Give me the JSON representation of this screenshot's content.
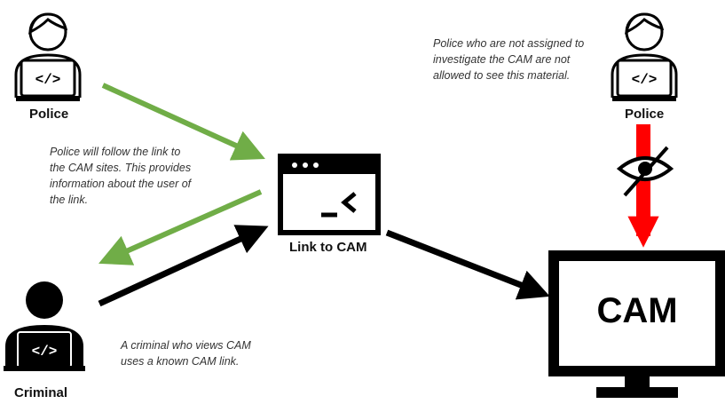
{
  "actors": {
    "police_left": {
      "label": "Police"
    },
    "police_right": {
      "label": "Police"
    },
    "criminal": {
      "label": "Criminal"
    }
  },
  "link": {
    "label": "Link to CAM",
    "window_prompt": "_<"
  },
  "screen": {
    "label": "CAM"
  },
  "notes": {
    "police_follow": [
      "Police will follow the link to",
      "the CAM sites. This provides",
      "information about the user of",
      "the link."
    ],
    "not_assigned": [
      "Police who are not assigned to",
      "investigate the CAM are not",
      "allowed to see this material."
    ],
    "criminal_views": [
      "A criminal who views CAM",
      "uses a known CAM link."
    ]
  },
  "icons": {
    "laptop_code": "code-brackets-icon",
    "eye_blocked": "eye-slash-icon",
    "terminal_window": "terminal-window-icon",
    "monitor": "monitor-icon"
  },
  "colors": {
    "green_arrow": "#70ad47",
    "black_arrow": "#000000",
    "red_arrow": "#ff0000"
  }
}
